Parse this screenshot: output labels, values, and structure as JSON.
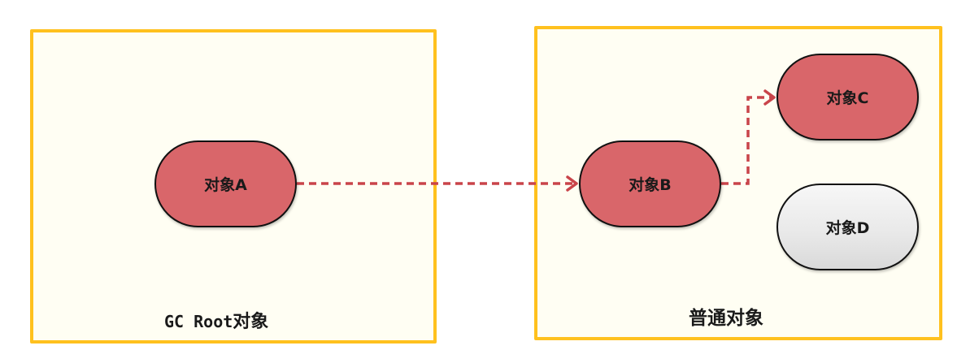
{
  "diagram": {
    "title": "",
    "colors": {
      "region_border": "#FFC11E",
      "region_fill": "#FFFEF3",
      "reachable_node": "#D9666A",
      "unreachable_node": "#E8E8E8",
      "edge": "#C9444A"
    },
    "regions": [
      {
        "id": "gc-root",
        "label_latin": "GC Root",
        "label_cjk": "对象"
      },
      {
        "id": "normal",
        "label": "普通对象"
      }
    ],
    "nodes": [
      {
        "id": "A",
        "label": "对象A",
        "region": "gc-root",
        "reachable": true
      },
      {
        "id": "B",
        "label": "对象B",
        "region": "normal",
        "reachable": true
      },
      {
        "id": "C",
        "label": "对象C",
        "region": "normal",
        "reachable": true
      },
      {
        "id": "D",
        "label": "对象D",
        "region": "normal",
        "reachable": false
      }
    ],
    "edges": [
      {
        "from": "A",
        "to": "B",
        "style": "dashed-arrow"
      },
      {
        "from": "B",
        "to": "C",
        "style": "dashed-arrow"
      }
    ]
  }
}
